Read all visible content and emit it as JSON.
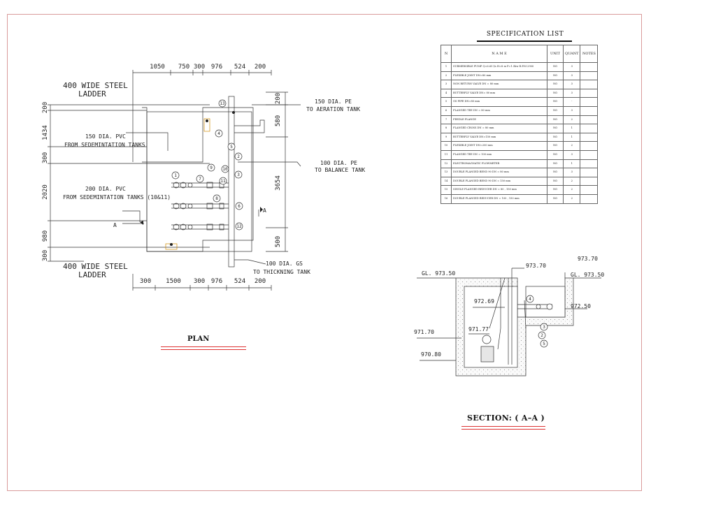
{
  "plan": {
    "dims_top": [
      "1050",
      "750",
      "300",
      "976",
      "524",
      "200"
    ],
    "dims_bottom": [
      "300",
      "1500",
      "300",
      "976",
      "524",
      "200"
    ],
    "dims_left": [
      "200",
      "1434",
      "300",
      "2020",
      "980",
      "300"
    ],
    "dims_right": [
      "200",
      "580",
      "3654",
      "500"
    ],
    "labels": {
      "ladder_top_1": "400 WIDE STEEL",
      "ladder_top_2": "LADDER",
      "ladder_bot_1": "400 WIDE STEEL",
      "ladder_bot_2": "LADDER",
      "pvc150_1": "150 DIA. PVC",
      "pvc150_2": "FROM SEDEMINTATION TANKS",
      "pvc200_1": "200 DIA. PVC",
      "pvc200_2": "FROM SEDEMINTATION TANKS (10&11)",
      "pe150_1": "150 DIA. PE",
      "pe150_2": "TO AERATION TANK",
      "pe100_1": "100 DIA. PE",
      "pe100_2": "TO BALANCE TANK",
      "gs100_1": "100 DIA. GS",
      "gs100_2": "TO THICKNING TANK",
      "sec_left": "A",
      "sec_right": "A"
    },
    "markers": [
      "1",
      "2",
      "3",
      "4",
      "5",
      "6",
      "7",
      "8",
      "9",
      "10",
      "11",
      "12",
      "13"
    ],
    "caption": "PLAN"
  },
  "spec": {
    "title": "SPECIFICATION   LIST",
    "headers": [
      "N",
      "N A M E",
      "UNIT",
      "QUANT",
      "NOTES"
    ],
    "rows": [
      [
        "1",
        "SUBMERSIBLE  PUMP Q=6.65 l/s   H=8 m  P=1.5kw  R.P.M 2900",
        "NO",
        "3",
        ""
      ],
      [
        "2",
        "FLEXIBLE JOINT  DN=80 mm",
        "NO",
        "3",
        ""
      ],
      [
        "3",
        "NON RETURN VALVE   DN = 80 mm",
        "NO",
        "3",
        ""
      ],
      [
        "4",
        "BUTTERFLY  VALVE  DN= 80 mm",
        "NO",
        "3",
        ""
      ],
      [
        "5",
        "GS  PIPE  DN=80 mm",
        "NO",
        "-",
        ""
      ],
      [
        "6",
        "FLANGED TEE   DN = 80 mm",
        "NO",
        "3",
        ""
      ],
      [
        "7",
        "FEEDLE FLANGE",
        "NO",
        "2",
        ""
      ],
      [
        "8",
        "FLANGED CROSS  DN = 80 mm",
        "NO",
        "1",
        ""
      ],
      [
        "9",
        "BUTTERFLY  VALVE  DN=150 mm",
        "NO",
        "1",
        ""
      ],
      [
        "10",
        "FLEXIBLE JOINT  DN=200 mm",
        "NO",
        "2",
        ""
      ],
      [
        "11",
        "FLANGED TEE   DN = 100 mm",
        "NO",
        "3",
        ""
      ],
      [
        "12",
        "ELECTROMAGNATIC FLOWMETER",
        "NO",
        "1",
        ""
      ],
      [
        "13",
        "DOUBLE FLANGED BEND 90 DN = 80 mm",
        "NO",
        "3",
        ""
      ],
      [
        "14",
        "DOUBLE FLANGED BEND 90 DN = 150 mm",
        "NO",
        "2",
        ""
      ],
      [
        "15",
        "SINGLE  FLANGED REDUCER   DN = 80 , 150 mm",
        "NO",
        "2",
        ""
      ],
      [
        "16",
        "DOUBLE  FLANGED REDUCER   DN = 100 , 150 mm",
        "NO",
        "2",
        ""
      ]
    ]
  },
  "section": {
    "levels": {
      "gl_left": "GL. 973.50",
      "top": "973.70",
      "right_top": "973.70",
      "gl_right": "GL. 973.50",
      "inner": "972.69",
      "right_low": "972.50",
      "pipe": "971.77",
      "outlet": "971.70",
      "bottom": "970.80"
    },
    "markers": [
      "4",
      "3",
      "2",
      "5"
    ],
    "caption": "SECTION:  ( A–A )"
  }
}
